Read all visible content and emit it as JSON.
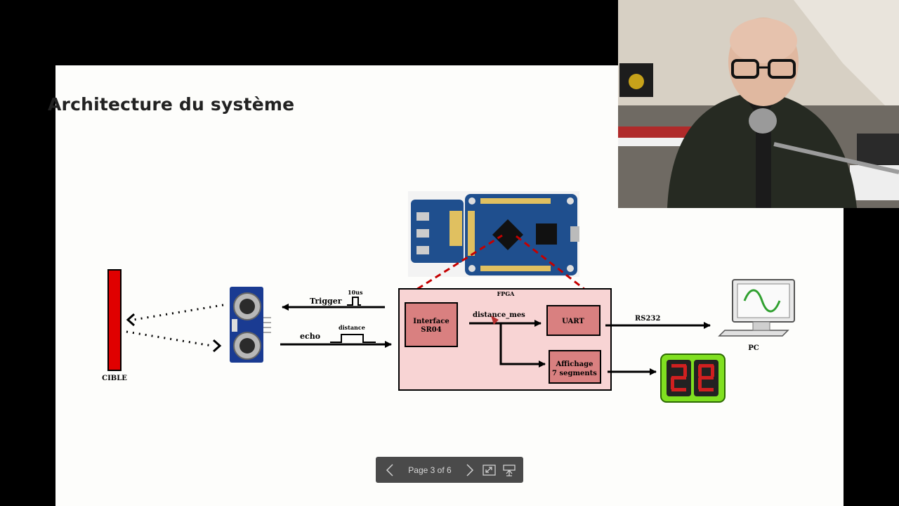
{
  "slide": {
    "title": "Architecture du système"
  },
  "diagram": {
    "target_label": "CIBLE",
    "trigger_label": "Trigger",
    "pulse_label": "10us",
    "echo_label": "echo",
    "distance_label": "distance",
    "fpga_label": "FPGA",
    "interface_line1": "Interface",
    "interface_line2": "SR04",
    "distance_mes_label": "distance_mes",
    "uart_label": "UART",
    "affichage_line1": "Affichage",
    "affichage_line2": "7 segments",
    "rs232_label": "RS232",
    "pc_label": "PC",
    "colors": {
      "target": "#e00000",
      "fpga_fill": "#f8d4d4",
      "block_fill": "#d98080",
      "dashed": "#c40000",
      "display_bg": "#80e020",
      "pcb": "#1f4f8e"
    }
  },
  "viewer": {
    "page_indicator": "Page 3 of 6"
  }
}
